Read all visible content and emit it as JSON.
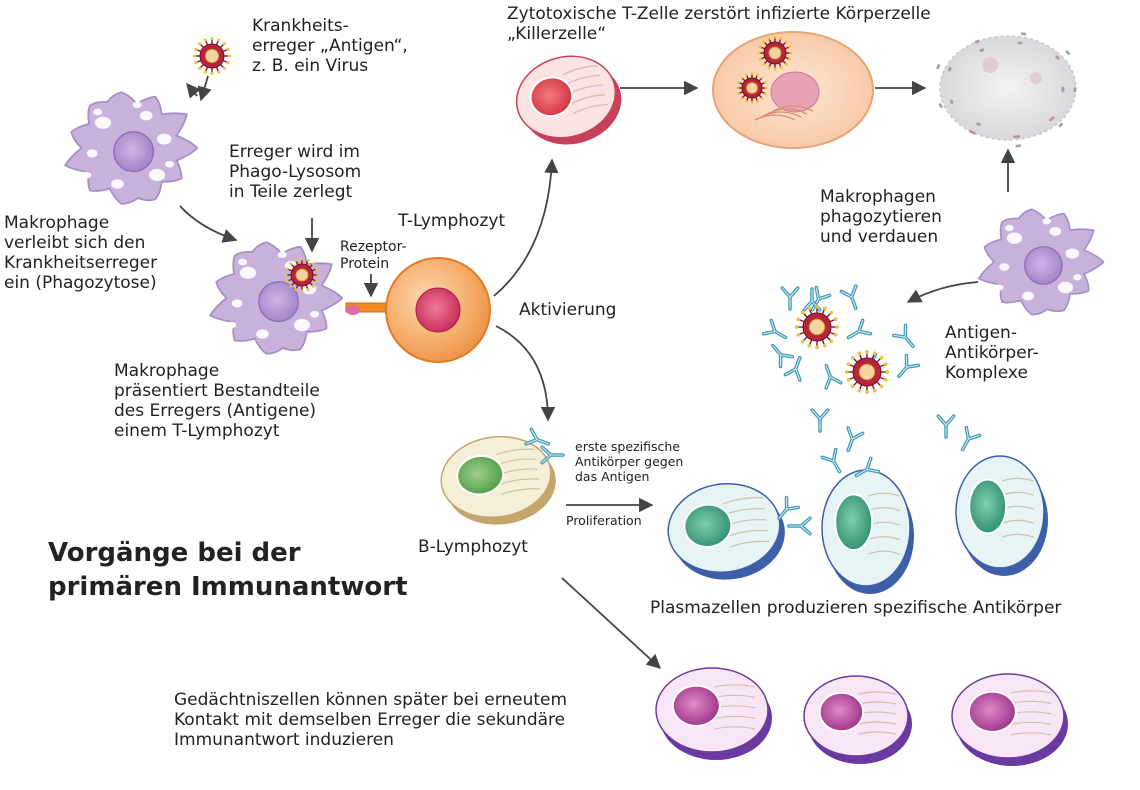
{
  "colors": {
    "macrophage": "#c8b2dc",
    "nucleus_macrophage": "#a88ac6",
    "t_cell": "#f3a44e",
    "t_nucleus": "#d8426a",
    "killer_cell": "#e8505a",
    "b_nucleus": "#79b06a",
    "plasma_nucleus": "#4aa588",
    "memory_nucleus": "#b24aa0",
    "antibody": "#3f9ab8",
    "virus": "#b8243a",
    "arrow": "#444444"
  },
  "labels": {
    "antigen_label": "Krankheits-\nerreger „Antigen“,\nz. B. ein Virus",
    "phagocytosis_label": "Makrophage\nverleibt sich den\nKrankheitserreger\nein (Phagozytose)",
    "lysosome_label": "Erreger wird im\nPhago-Lysosom\nin Teile zerlegt",
    "receptor_label": "Rezeptor-\nProtein",
    "t_lymphocyte_label": "T-Lymphozyt",
    "activation_label": "Aktivierung",
    "presentation_label": "Makrophage\npräsentiert Bestandteile\ndes Erregers (Antigene)\neinem T-Lymphozyt",
    "killer_label": "Zytotoxische T-Zelle zerstört infizierte Körperzelle\n„Killerzelle“",
    "phagocytize_label": "Makrophagen\nphagozytieren\nund verdauen",
    "complex_label": "Antigen-\nAntikörper-\nKomplexe",
    "first_antibodies_label": "erste spezifische\nAntikörper gegen\ndas Antigen",
    "proliferation_label": "Proliferation",
    "b_lymphocyte_label": "B-Lymphozyt",
    "plasma_label": "Plasmazellen produzieren spezifische Antikörper",
    "memory_label": "Gedächtniszellen können später bei erneutem\nKontakt mit demselben Erreger die sekundäre\nImmunantwort induzieren",
    "title": "Vorgänge bei der\nprimären Immunantwort"
  },
  "icons": {
    "virus": "virus-icon",
    "antibody": "antibody-icon",
    "macrophage": "macrophage-cell",
    "lymphocyte": "lymphocyte-cell",
    "plasma": "plasma-cell",
    "memory": "memory-cell"
  }
}
